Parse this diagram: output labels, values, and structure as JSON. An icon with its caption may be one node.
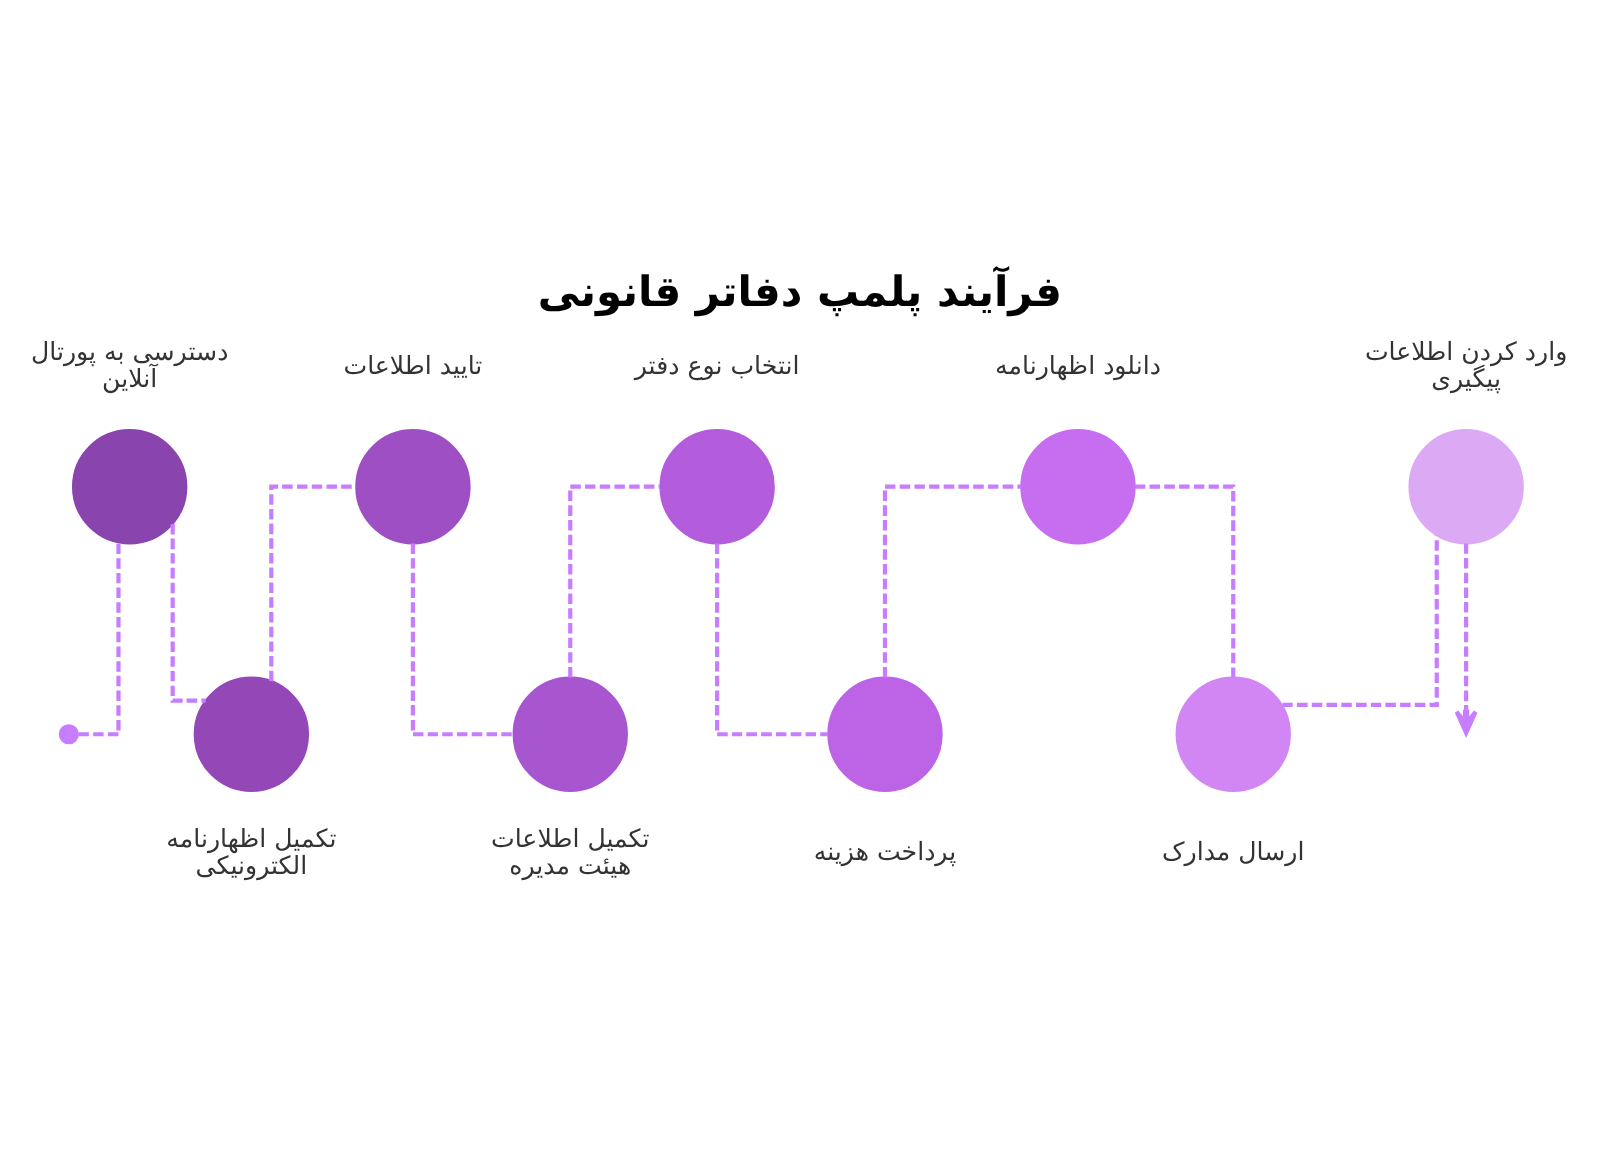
{
  "diagram": {
    "title": "فرآیند پلمپ دفاتر قانونی",
    "nodes": [
      {
        "text": [],
        "shape": "dot"
      },
      {
        "text": [],
        "shape": "circle",
        "beside": [
          "دسترسی به پورتال آنلاین"
        ]
      },
      {
        "text": [],
        "shape": "circle",
        "beside": [
          "تکمیل اظهارنامه الکترونیکی"
        ]
      },
      {
        "text": [],
        "shape": "circle",
        "beside": [
          "تایید اطلاعات"
        ]
      },
      {
        "text": [],
        "shape": "circle",
        "beside": [
          "تکمیل اطلاعات هیئت مدیره"
        ]
      },
      {
        "text": [],
        "shape": "circle",
        "beside": [
          "انتخاب نوع دفتر"
        ]
      },
      {
        "text": [],
        "shape": "circle",
        "beside": [
          "پرداخت هزینه"
        ]
      },
      {
        "text": [],
        "shape": "circle",
        "beside": [
          "دانلود اظهارنامه"
        ]
      },
      {
        "text": [],
        "shape": "circle",
        "beside": [
          "ارسال مدارک"
        ]
      },
      {
        "text": [],
        "shape": "circle",
        "beside": [
          "وارد کردن اطلاعات پیگیری"
        ]
      }
    ],
    "edges": [
      {
        "from": 0,
        "to": 1,
        "arrow": "none",
        "style": "dashed"
      },
      {
        "from": 1,
        "to": 2,
        "arrow": "none",
        "style": "dashed"
      },
      {
        "from": 2,
        "to": 3,
        "arrow": "none",
        "style": "dashed"
      },
      {
        "from": 3,
        "to": 4,
        "arrow": "none",
        "style": "dashed"
      },
      {
        "from": 4,
        "to": 5,
        "arrow": "none",
        "style": "dashed"
      },
      {
        "from": 5,
        "to": 6,
        "arrow": "none",
        "style": "dashed"
      },
      {
        "from": 6,
        "to": 7,
        "arrow": "none",
        "style": "dashed"
      },
      {
        "from": 7,
        "to": 8,
        "arrow": "none",
        "style": "dashed"
      },
      {
        "from": 8,
        "to": 9,
        "arrow": "none",
        "style": "dashed"
      },
      {
        "from": 9,
        "to": null,
        "arrow": "to",
        "style": "dashed"
      }
    ]
  }
}
